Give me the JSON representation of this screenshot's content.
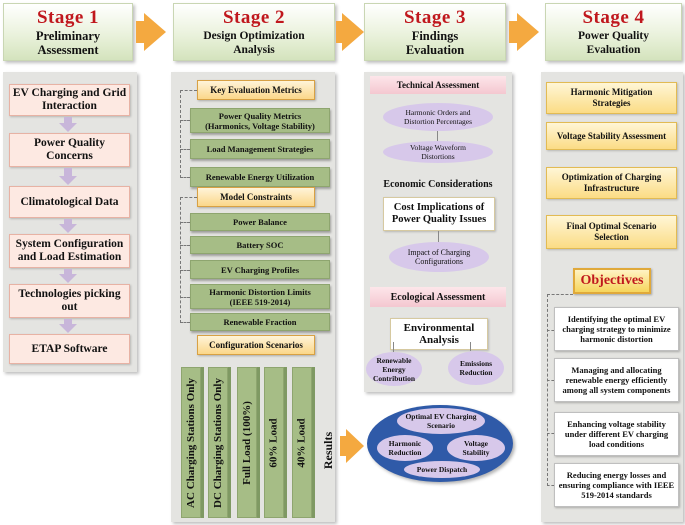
{
  "stages": [
    {
      "num": "Stage 1",
      "title_l1": "Preliminary",
      "title_l2": "Assessment"
    },
    {
      "num": "Stage 2",
      "title_l1": "Design Optimization",
      "title_l2": "Analysis"
    },
    {
      "num": "Stage 3",
      "title_l1": "Findings",
      "title_l2": "Evaluation"
    },
    {
      "num": "Stage 4",
      "title_l1": "Power Quality",
      "title_l2": "Evaluation"
    }
  ],
  "stage1": {
    "items": [
      {
        "l1": "EV Charging and Grid",
        "l2": "Interaction"
      },
      {
        "l1": "Power Quality",
        "l2": "Concerns"
      },
      {
        "l1": "Climatological Data",
        "l2": ""
      },
      {
        "l1": "System Configuration",
        "l2": "and Load Estimation"
      },
      {
        "l1": "Technologies picking",
        "l2": "out"
      },
      {
        "l1": "ETAP Software",
        "l2": ""
      }
    ]
  },
  "stage2": {
    "key_metrics": "Key Evaluation Metrics",
    "metrics": [
      {
        "l1": "Power Quality Metrics",
        "l2": "(Harmonics, Voltage Stability)"
      },
      {
        "l1": "Load Management Strategies",
        "l2": ""
      },
      {
        "l1": "Renewable Energy Utilization",
        "l2": ""
      }
    ],
    "model_constraints": "Model Constraints",
    "constraints": [
      {
        "l1": "Power Balance",
        "l2": ""
      },
      {
        "l1": "Battery SOC",
        "l2": ""
      },
      {
        "l1": "EV Charging Profiles",
        "l2": ""
      },
      {
        "l1": "Harmonic Distortion Limits",
        "l2": "(IEEE 519-2014)"
      },
      {
        "l1": "Renewable Fraction",
        "l2": ""
      }
    ],
    "config_scenarios": "Configuration Scenarios",
    "scenarios": [
      "AC Charging Stations Only",
      "DC Charging Stations Only",
      "Full Load (100%)",
      "60% Load",
      "40% Load"
    ]
  },
  "results": {
    "label": "Results",
    "ellipse": {
      "top_l1": "Optimal EV Charging",
      "top_l2": "Scenario",
      "left_l1": "Harmonic",
      "left_l2": "Reduction",
      "right_l1": "Voltage",
      "right_l2": "Stability",
      "bottom": "Power Dispatch"
    }
  },
  "stage3": {
    "technical": "Technical Assessment",
    "harmonic_l1": "Harmonic Orders and",
    "harmonic_l2": "Distortion Percentages",
    "voltage_l1": "Voltage Waveform",
    "voltage_l2": "Distortions",
    "economic": "Economic Considerations",
    "cost_l1": "Cost Implications of",
    "cost_l2": "Power Quality Issues",
    "impact_l1": "Impact of Charging",
    "impact_l2": "Configurations",
    "ecological": "Ecological Assessment",
    "env_l1": "Environmental",
    "env_l2": "Analysis",
    "renew_l1": "Renewable",
    "renew_l2": "Energy",
    "renew_l3": "Contribution",
    "emis_l1": "Emissions",
    "emis_l2": "Reduction"
  },
  "stage4": {
    "items": [
      {
        "l1": "Harmonic Mitigation",
        "l2": "Strategies"
      },
      {
        "l1": "Voltage Stability Assessment",
        "l2": ""
      },
      {
        "l1": "Optimization of Charging",
        "l2": "Infrastructure"
      },
      {
        "l1": "Final Optimal Scenario",
        "l2": "Selection"
      }
    ],
    "objectives_title": "Objectives",
    "objectives": [
      {
        "l1": "Identifying the optimal EV",
        "l2": "charging strategy to minimize",
        "l3": "harmonic distortion"
      },
      {
        "l1": "Managing and allocating",
        "l2": "renewable energy efficiently",
        "l3": "among all system components"
      },
      {
        "l1": "Enhancing voltage stability",
        "l2": "under different EV charging",
        "l3": "load conditions"
      },
      {
        "l1": "Reducing energy losses and",
        "l2": "ensuring compliance with IEEE",
        "l3": "519-2014 standards"
      }
    ]
  },
  "colors": {
    "stage_red": "#c0171d",
    "arrow_orange": "#f4a940",
    "green_box": "#a6bd86",
    "pink_box": "#fde9e2",
    "lilac": "#d7c8ea",
    "ellipse_blue": "#2f5aa8"
  }
}
